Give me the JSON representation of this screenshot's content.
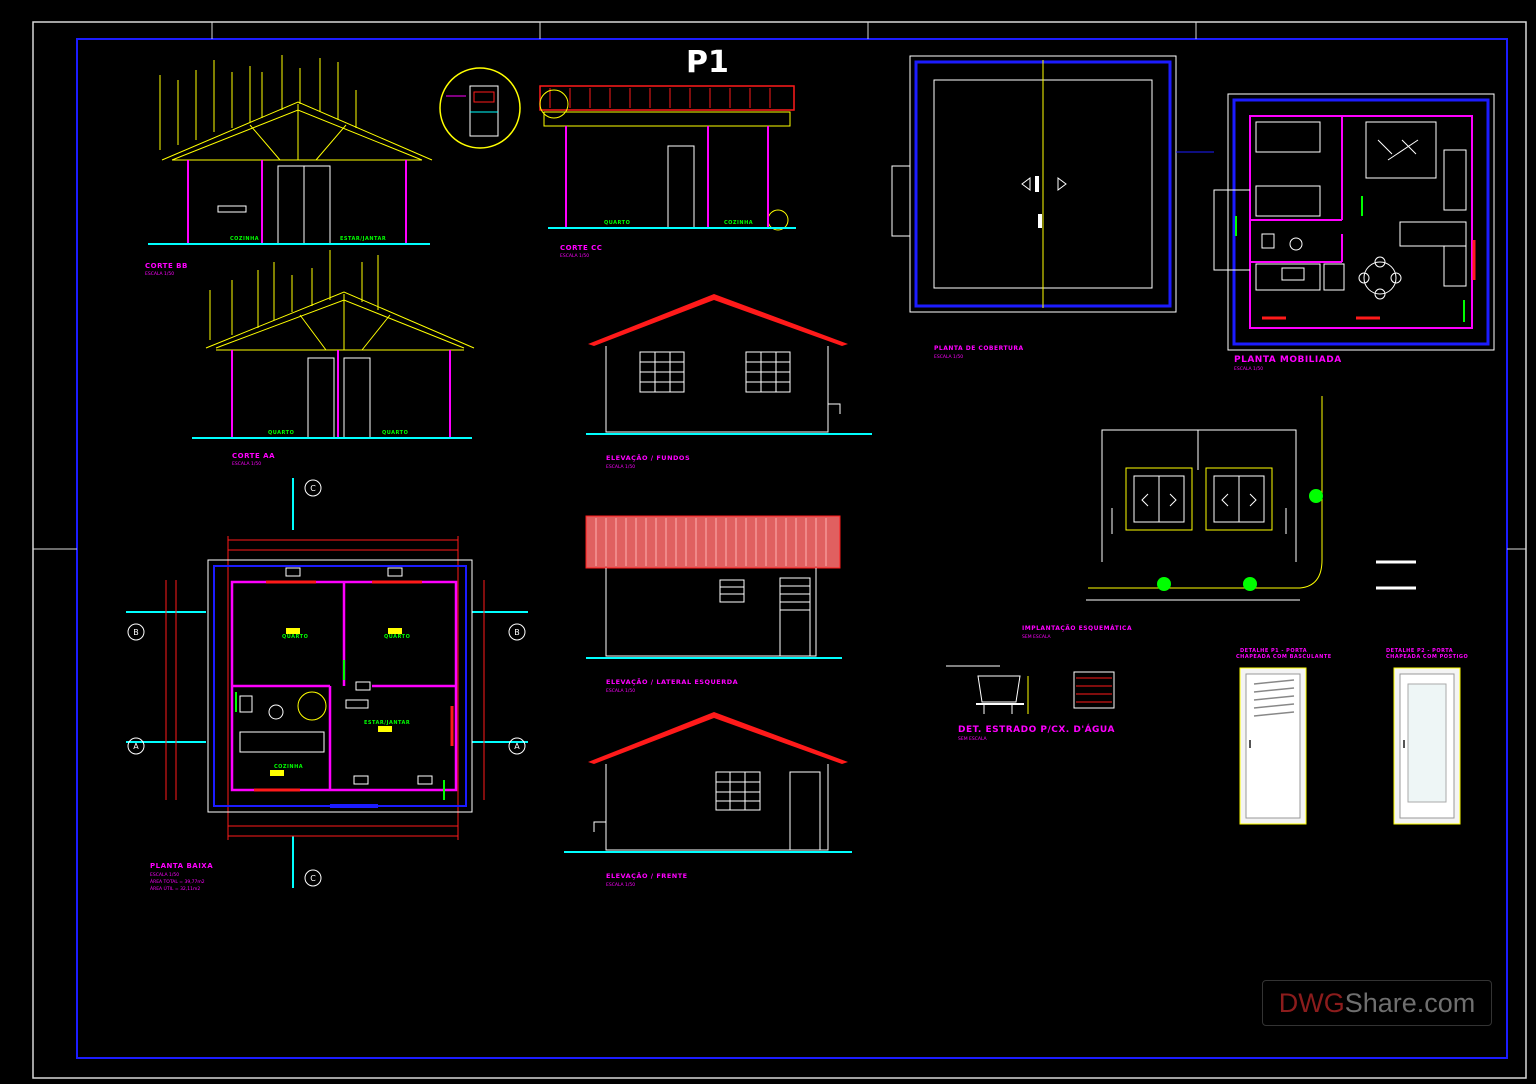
{
  "drawings": {
    "corte_bb": {
      "title": "CORTE BB",
      "scale": "ESCALA 1/50",
      "rooms": [
        "COZINHA",
        "ESTAR/JANTAR"
      ]
    },
    "corte_aa": {
      "title": "CORTE AA",
      "scale": "ESCALA 1/50",
      "rooms": [
        "QUARTO",
        "QUARTO"
      ]
    },
    "corte_cc": {
      "title": "CORTE CC",
      "scale": "ESCALA 1/50",
      "rooms": [
        "QUARTO",
        "COZINHA"
      ]
    },
    "elev_fundos": {
      "title": "ELEVAÇÃO / FUNDOS",
      "scale": "ESCALA 1/50"
    },
    "elev_lateral": {
      "title": "ELEVAÇÃO / LATERAL ESQUERDA",
      "scale": "ESCALA 1/50"
    },
    "elev_frente": {
      "title": "ELEVAÇÃO / FRENTE",
      "scale": "ESCALA 1/50"
    },
    "planta_cobertura": {
      "title": "PLANTA DE COBERTURA",
      "scale": "ESCALA 1/50"
    },
    "planta_mobiliada": {
      "title": "PLANTA MOBILIADA",
      "scale": "ESCALA 1/50"
    },
    "planta_baixa": {
      "title": "PLANTA BAIXA",
      "scale": "ESCALA 1/50",
      "area_total": "ÁREA TOTAL = 39,77m2",
      "area_util": "ÁREA ÚTIL = 32,11m2",
      "rooms": [
        "QUARTO",
        "QUARTO",
        "ESTAR/JANTAR",
        "COZINHA"
      ]
    },
    "implantacao": {
      "title": "IMPLANTAÇÃO ESQUEMÁTICA",
      "scale": "SEM ESCALA"
    },
    "det_estrado": {
      "title": "DET. ESTRADO P/CX. D'ÁGUA",
      "scale": "SEM ESCALA"
    },
    "detalhe_p1": {
      "title": "DETALHE P1 - PORTA",
      "subtitle": "CHAPEADA COM BASCULANTE"
    },
    "detalhe_p2": {
      "title": "DETALHE P2 - PORTA",
      "subtitle": "CHAPEADA COM POSTIGO"
    }
  },
  "marks": {
    "p1_tag": "P1",
    "section_c": "C",
    "section_b": "B",
    "section_a": "A"
  },
  "watermark": {
    "brand": "DWG",
    "rest": "Share.com"
  },
  "colors": {
    "background": "#000000",
    "border": "#ffffff",
    "frame": "#1c1cff",
    "wall": "#ff00ff",
    "roof": "#ff1a1a",
    "structure": "#ffff00",
    "dimension": "#00ffff",
    "annotation": "#00ff00"
  }
}
